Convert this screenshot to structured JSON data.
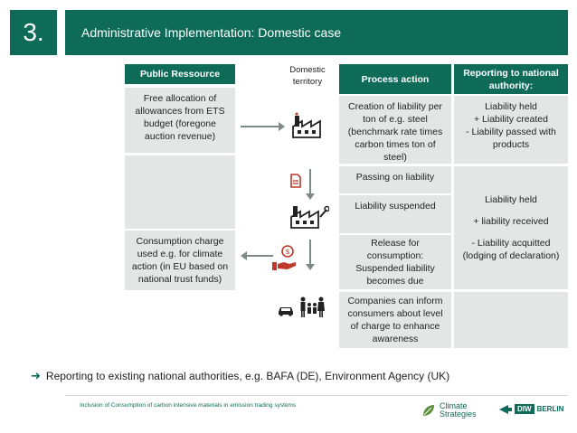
{
  "slide": {
    "number": "3.",
    "title": "Administrative Implementation: Domestic case"
  },
  "table_left": {
    "header": "Public Ressource",
    "row1": "Free allocation of allowances from ETS budget (foregone auction revenue)",
    "row2": "",
    "row3": "Consumption charge used e.g. for climate action (in EU based on national trust funds)"
  },
  "domestic_territory": "Domestic territory",
  "table_right": {
    "header_process": "Process action",
    "header_reporting": "Reporting to national authority:",
    "rows": [
      "Creation of liability per ton of e.g. steel (benchmark rate times carbon times ton of steel)",
      "Passing on liability",
      "Liability suspended",
      "Release for consumption: Suspended liability becomes due",
      "Companies can inform consumers about level of charge to enhance awareness"
    ],
    "reporting_1": "Liability held\n+ Liability created\n- Liability passed with products",
    "reporting_2_a": "Liability held",
    "reporting_2_b": "+ liability received",
    "reporting_2_c": "- Liability acquitted (lodging of declaration)"
  },
  "icons": {
    "factory": "factory-icon",
    "document": "document-icon",
    "factory_wrench": "factory-wrench-icon",
    "money_hand": "money-hand-icon",
    "car": "car-icon",
    "family": "family-icon"
  },
  "colors": {
    "brand_green": "#0d6b57",
    "cell_gray": "#e2e7e5",
    "icon_red": "#c0392b"
  },
  "bullet": "Reporting to existing national authorities, e.g. BAFA (DE), Environment Agency (UK)",
  "footer": {
    "text": "Inclusion of Consumption of carbon intensive materials in emission trading systems",
    "logo_cs_line1": "Climate",
    "logo_cs_line2": "Strategies",
    "logo_diw": "DIW",
    "logo_berlin": "BERLIN"
  }
}
